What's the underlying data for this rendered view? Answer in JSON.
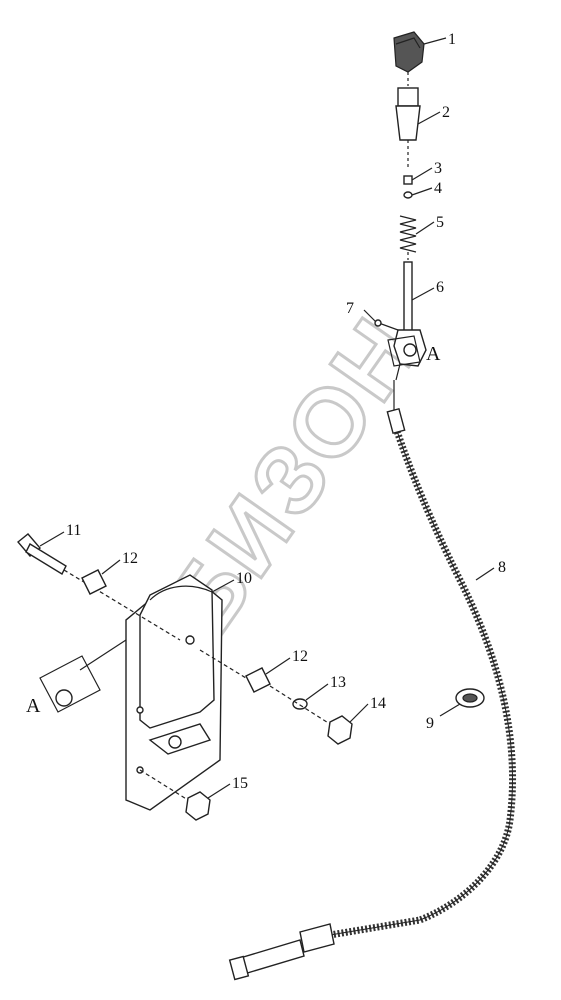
{
  "watermark": "БИЗОН",
  "callouts": [
    {
      "id": "1",
      "label": "1"
    },
    {
      "id": "2",
      "label": "2"
    },
    {
      "id": "3",
      "label": "3"
    },
    {
      "id": "4",
      "label": "4"
    },
    {
      "id": "5",
      "label": "5"
    },
    {
      "id": "6",
      "label": "6"
    },
    {
      "id": "7",
      "label": "7"
    },
    {
      "id": "8",
      "label": "8"
    },
    {
      "id": "9",
      "label": "9"
    },
    {
      "id": "10",
      "label": "10"
    },
    {
      "id": "11",
      "label": "11"
    },
    {
      "id": "12a",
      "label": "12"
    },
    {
      "id": "12b",
      "label": "12"
    },
    {
      "id": "13",
      "label": "13"
    },
    {
      "id": "14",
      "label": "14"
    },
    {
      "id": "15",
      "label": "15"
    }
  ],
  "view_marks": [
    {
      "id": "a-top",
      "label": "A"
    },
    {
      "id": "a-left",
      "label": "A"
    }
  ]
}
